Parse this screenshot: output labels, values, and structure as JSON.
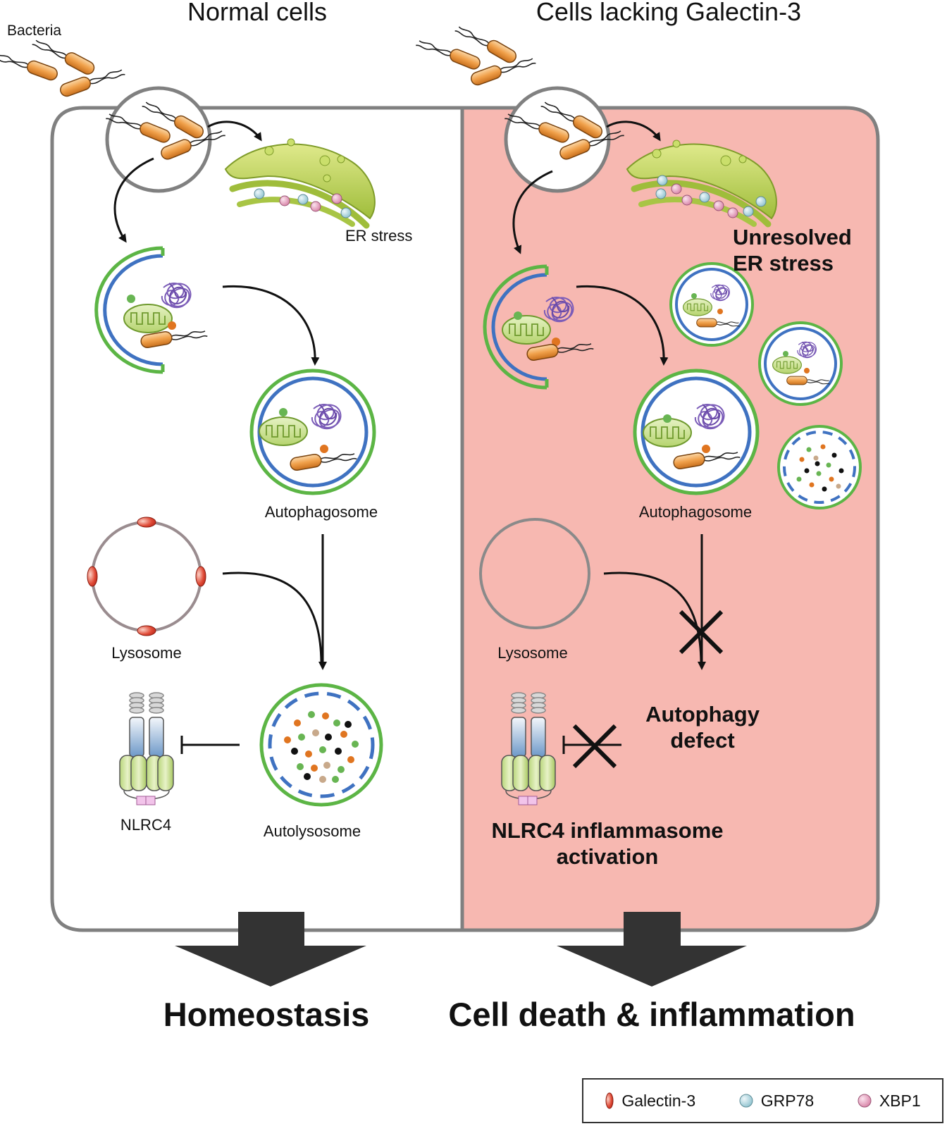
{
  "headers": {
    "left": "Normal cells",
    "right": "Cells lacking Galectin-3"
  },
  "labels": {
    "bacteria": "Bacteria",
    "er_stress": "ER stress",
    "unresolved_er_stress": "Unresolved\nER stress",
    "autophagosome_left": "Autophagosome",
    "autophagosome_right": "Autophagosome",
    "lysosome_left": "Lysosome",
    "lysosome_right": "Lysosome",
    "nlrc4": "NLRC4",
    "autolysosome": "Autolysosome",
    "autophagy_defect": "Autophagy\ndefect",
    "nlrc4_activation": "NLRC4 inflammasome\nactivation"
  },
  "outcomes": {
    "left": "Homeostasis",
    "right": "Cell death & inflammation"
  },
  "legend": [
    {
      "icon": "galectin-3-icon",
      "label": "Galectin-3",
      "color": "#d93a2b"
    },
    {
      "icon": "grp78-icon",
      "label": "GRP78",
      "color": "#a9d3dd"
    },
    {
      "icon": "xbp1-icon",
      "label": "XBP1",
      "color": "#e7a6c2"
    }
  ],
  "colors": {
    "right_panel": "#f7b8b1",
    "membrane_green": "#5cb545",
    "membrane_blue": "#3f72c1",
    "bacteria_orange": "#e98a2c",
    "outline_gray": "#808080",
    "protein_purple": "#7b5cb8"
  }
}
